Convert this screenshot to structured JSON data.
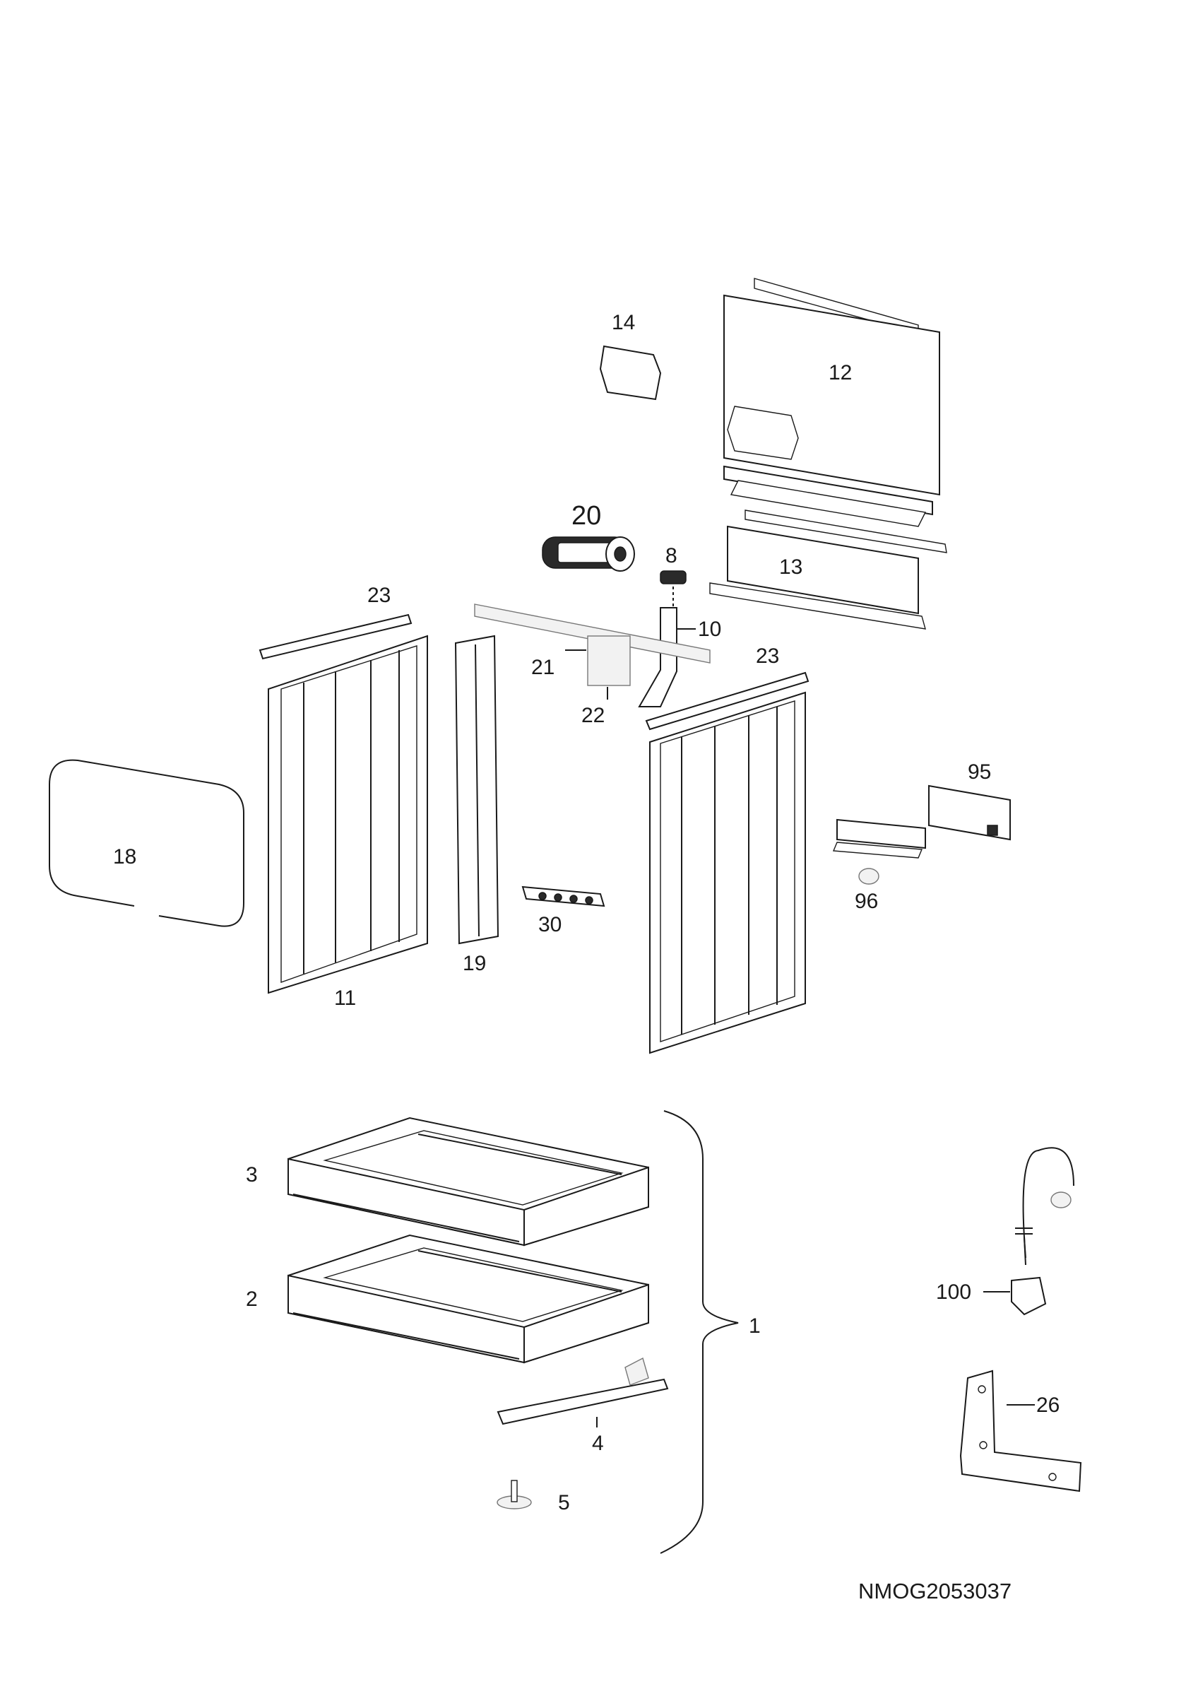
{
  "diagram": {
    "code": "NMOG2053037",
    "callouts": {
      "c1": "1",
      "c2": "2",
      "c3": "3",
      "c4": "4",
      "c5": "5",
      "c8": "8",
      "c10": "10",
      "c11": "11",
      "c12": "12",
      "c13": "13",
      "c14": "14",
      "c18": "18",
      "c19": "19",
      "c20": "20",
      "c21": "21",
      "c22": "22",
      "c23a": "23",
      "c23b": "23",
      "c26": "26",
      "c30": "30",
      "c95": "95",
      "c96": "96",
      "c100": "100"
    }
  }
}
